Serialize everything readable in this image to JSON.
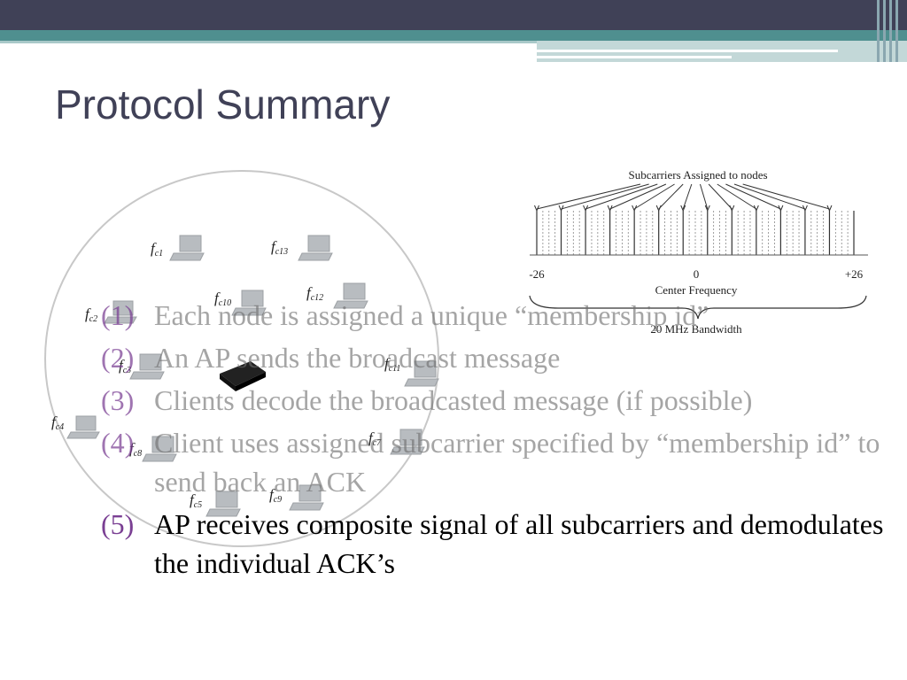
{
  "slide": {
    "title": "Protocol Summary"
  },
  "spectrum": {
    "title": "Subcarriers Assigned to nodes",
    "tick_left": "-26",
    "tick_center": "0",
    "tick_right": "+26",
    "axis_label": "Center Frequency",
    "bandwidth_label": "20 MHz Bandwidth"
  },
  "network": {
    "node_labels": [
      {
        "base": "f",
        "sub": "c1"
      },
      {
        "base": "f",
        "sub": "c13"
      },
      {
        "base": "f",
        "sub": "c2"
      },
      {
        "base": "f",
        "sub": "c10"
      },
      {
        "base": "f",
        "sub": "c12"
      },
      {
        "base": "f",
        "sub": "c3"
      },
      {
        "base": "f",
        "sub": "c11"
      },
      {
        "base": "f",
        "sub": "c4"
      },
      {
        "base": "f",
        "sub": "c8"
      },
      {
        "base": "f",
        "sub": "c7"
      },
      {
        "base": "f",
        "sub": "c5"
      },
      {
        "base": "f",
        "sub": "c9"
      }
    ]
  },
  "steps": [
    {
      "num": "(1)",
      "text": "Each node is assigned a unique “membership id”"
    },
    {
      "num": "(2)",
      "text": "An AP sends the broadcast message"
    },
    {
      "num": "(3)",
      "text": "Clients decode the broadcasted message (if possible)"
    },
    {
      "num": "(4)",
      "text": "Client uses assigned subcarrier specified by “membership id” to send back an ACK"
    },
    {
      "num": "(5)",
      "text": "AP receives composite signal of all subcarriers and demodulates the individual ACK’s"
    }
  ]
}
